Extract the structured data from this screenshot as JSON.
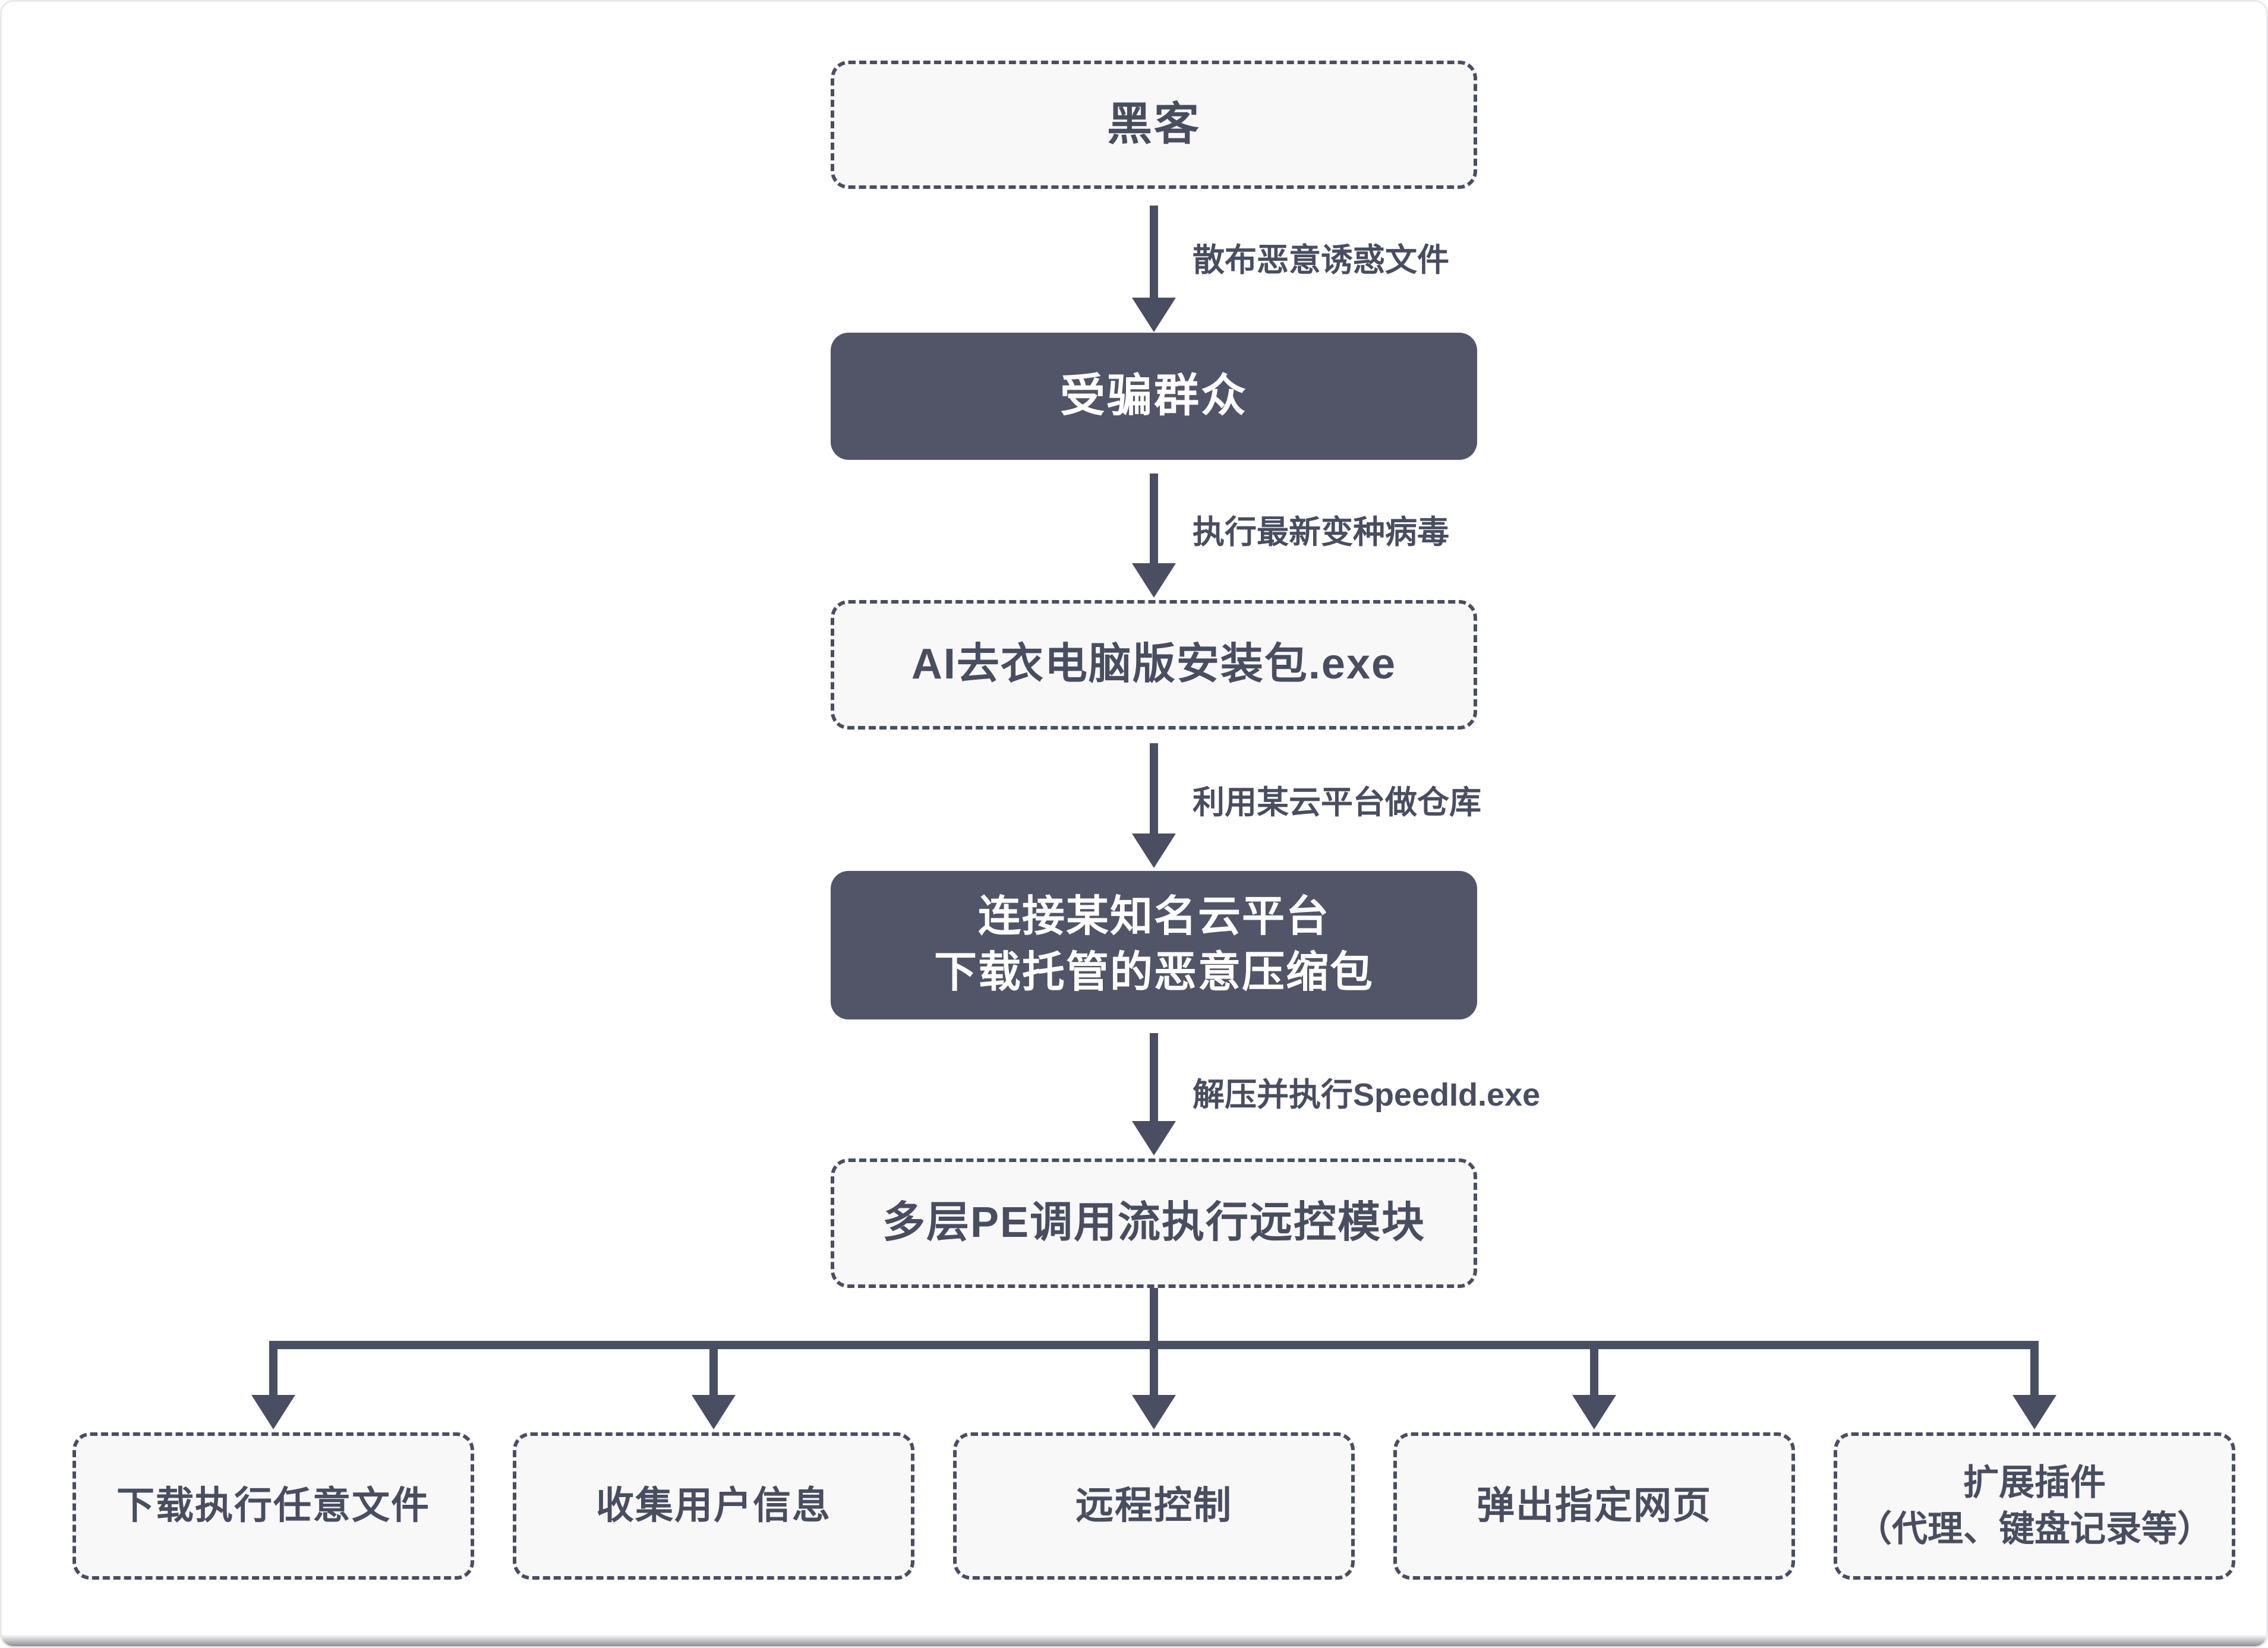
{
  "page": {
    "background": "#ffffff",
    "border_color": "#e8e9ec",
    "bottom_edge_color": "#8d8d93"
  },
  "colors": {
    "node_dark_fill": "#525568",
    "node_light_fill": "#f8f8f9",
    "line": "#4a4e62",
    "text_dark": "#494d60",
    "text_light": "#ffffff"
  },
  "flow": {
    "nodes": [
      {
        "id": "hacker",
        "style": "dashed",
        "label": "黑客"
      },
      {
        "id": "victims",
        "style": "solid",
        "label": "受骗群众"
      },
      {
        "id": "installer",
        "style": "dashed",
        "label": "AI去衣电脑版安装包.exe"
      },
      {
        "id": "cloud-download",
        "style": "solid",
        "label": "连接某知名云平台",
        "label2": "下载托管的恶意压缩包"
      },
      {
        "id": "pe-module",
        "style": "dashed",
        "label": "多层PE调用流执行远控模块"
      }
    ],
    "edges": [
      {
        "from": "hacker",
        "to": "victims",
        "label": "散布恶意诱惑文件"
      },
      {
        "from": "victims",
        "to": "installer",
        "label": "执行最新变种病毒"
      },
      {
        "from": "installer",
        "to": "cloud-download",
        "label": "利用某云平台做仓库"
      },
      {
        "from": "cloud-download",
        "to": "pe-module",
        "label": "解压并执行SpeedId.exe"
      }
    ],
    "capabilities": [
      {
        "label": "下载执行任意文件"
      },
      {
        "label": "收集用户信息"
      },
      {
        "label": "远程控制"
      },
      {
        "label": "弹出指定网页"
      },
      {
        "label": "扩展插件",
        "label2": "（代理、键盘记录等）"
      }
    ]
  }
}
